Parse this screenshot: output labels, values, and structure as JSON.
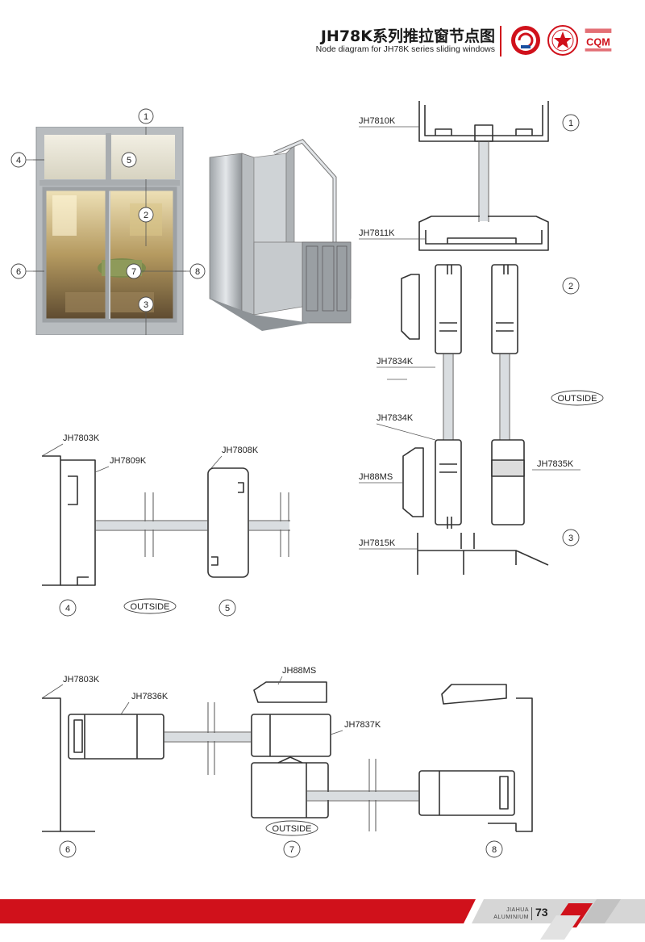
{
  "header": {
    "title_cn": "JH78K系列推拉窗节点图",
    "title_en": "Node diagram for JH78K series sliding windows",
    "cert_logo_3_text": "CQM"
  },
  "footer": {
    "brand_line1": "JIAHUA",
    "brand_line2": "ALUMINIUM",
    "page_number": "73"
  },
  "window_photo": {
    "callouts": [
      "1",
      "2",
      "3",
      "4",
      "5",
      "6",
      "7",
      "8"
    ]
  },
  "node_diagrams": {
    "node_1_2_3": {
      "labels": [
        "JH7810K",
        "JH7811K",
        "JH7834K",
        "JH7834K",
        "JH88MS",
        "JH7835K",
        "JH7815K"
      ],
      "outside_label": "OUTSIDE",
      "numbers": [
        "1",
        "2",
        "3"
      ]
    },
    "node_4_5": {
      "labels": [
        "JH7803K",
        "JH7809K",
        "JH7808K"
      ],
      "outside_label": "OUTSIDE",
      "numbers": [
        "4",
        "5"
      ]
    },
    "node_6_7_8": {
      "labels": [
        "JH7803K",
        "JH7836K",
        "JH88MS",
        "JH7837K"
      ],
      "outside_label": "OUTSIDE",
      "numbers": [
        "6",
        "7",
        "8"
      ]
    }
  },
  "colors": {
    "accent_red": "#d0111b",
    "profile_stroke": "#333333",
    "glass": "#d9dde0"
  }
}
